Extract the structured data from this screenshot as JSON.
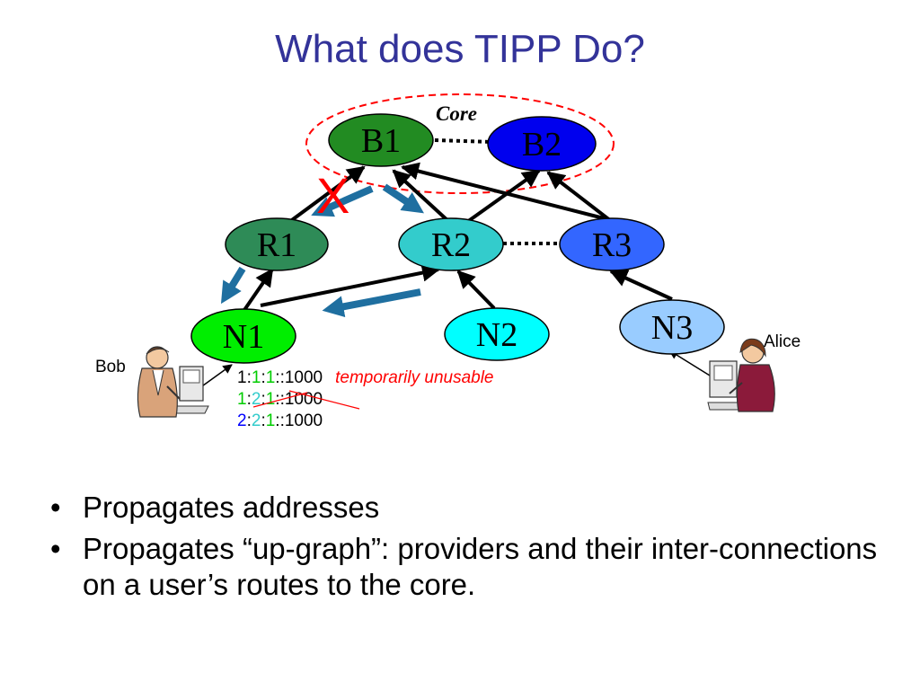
{
  "slide": {
    "title": "What does TIPP Do?"
  },
  "diagram": {
    "core_label": "Core",
    "nodes": {
      "b1": "B1",
      "b2": "B2",
      "r1": "R1",
      "r2": "R2",
      "r3": "R3",
      "n1": "N1",
      "n2": "N2",
      "n3": "N3"
    },
    "people": {
      "bob": "Bob",
      "alice": "Alice"
    },
    "failure_mark": "X",
    "colors": {
      "b1": "#228b22",
      "b2": "#0000ee",
      "r1": "#2e8b57",
      "r2": "#33cccc",
      "r3": "#3366ff",
      "n1": "#00ee00",
      "n2": "#00ffff",
      "n3": "#99ccff",
      "arrow_blue": "#1f6fa0",
      "core_ring": "#ff0000"
    }
  },
  "addresses": {
    "line1": [
      "1",
      ":",
      "1",
      ":",
      "1",
      "::1000"
    ],
    "line1_note": "temporarily unusable",
    "line2": [
      "1",
      ":",
      "2",
      ":",
      "1",
      "::1000"
    ],
    "line3": [
      "2",
      ":",
      "2",
      ":",
      "1",
      "::1000"
    ]
  },
  "bullets": [
    {
      "marker": "•",
      "text": "Propagates addresses"
    },
    {
      "marker": "•",
      "text": "Propagates “up-graph”: providers and their inter-connections on a user’s  routes to the core."
    }
  ]
}
